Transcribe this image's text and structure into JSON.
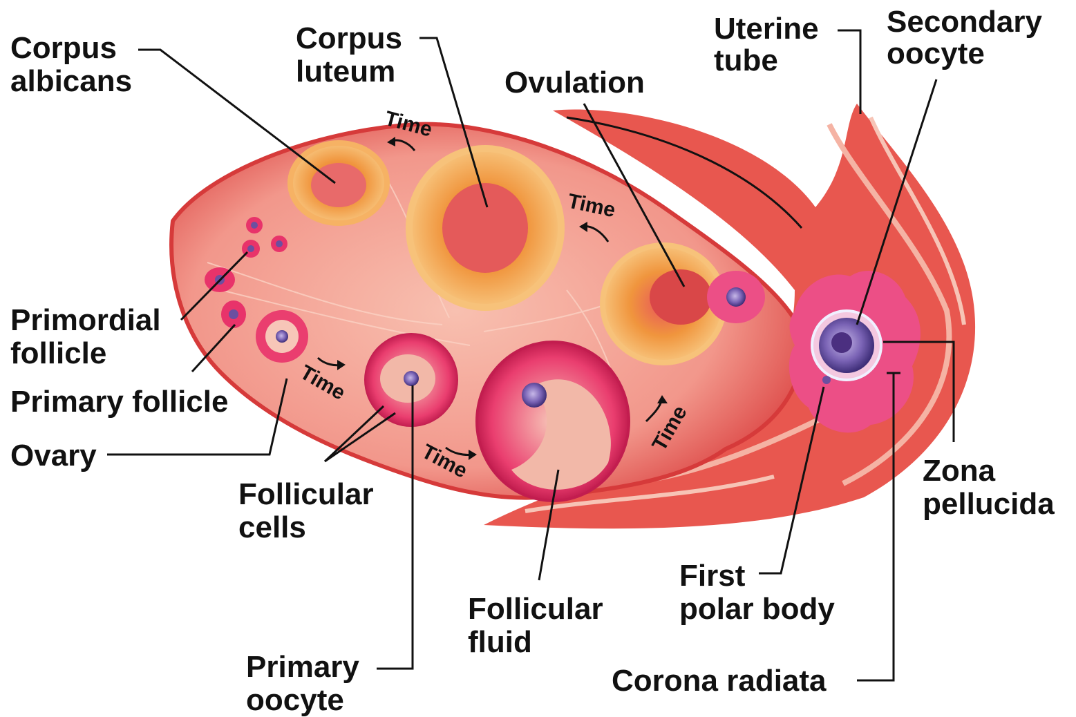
{
  "labels": {
    "corpus_albicans": [
      "Corpus",
      "albicans"
    ],
    "corpus_luteum": [
      "Corpus",
      "luteum"
    ],
    "ovulation": "Ovulation",
    "uterine_tube": [
      "Uterine",
      "tube"
    ],
    "secondary_oocyte": [
      "Secondary",
      "oocyte"
    ],
    "primordial_follicle": [
      "Primordial",
      "follicle"
    ],
    "primary_follicle": "Primary follicle",
    "ovary": "Ovary",
    "follicular_cells": [
      "Follicular",
      "cells"
    ],
    "primary_oocyte": [
      "Primary",
      "oocyte"
    ],
    "follicular_fluid": [
      "Follicular",
      "fluid"
    ],
    "first_polar_body": [
      "First",
      "polar body"
    ],
    "zona_pellucida": [
      "Zona",
      "pellucida"
    ],
    "corona_radiata": "Corona radiata"
  },
  "time_label": "Time",
  "colors": {
    "ovary_fill": "#f29a90",
    "ovary_edge": "#d63a3a",
    "stroma": "#f7b4a6",
    "luteal": "#f0953d",
    "luteal_light": "#f7c27a",
    "follicle_pink": "#e8336a",
    "antrum": "#f2b8a8",
    "oocyte": "#6b4fa0",
    "corona": "#ec4f86",
    "tube": "#e45a5a"
  }
}
